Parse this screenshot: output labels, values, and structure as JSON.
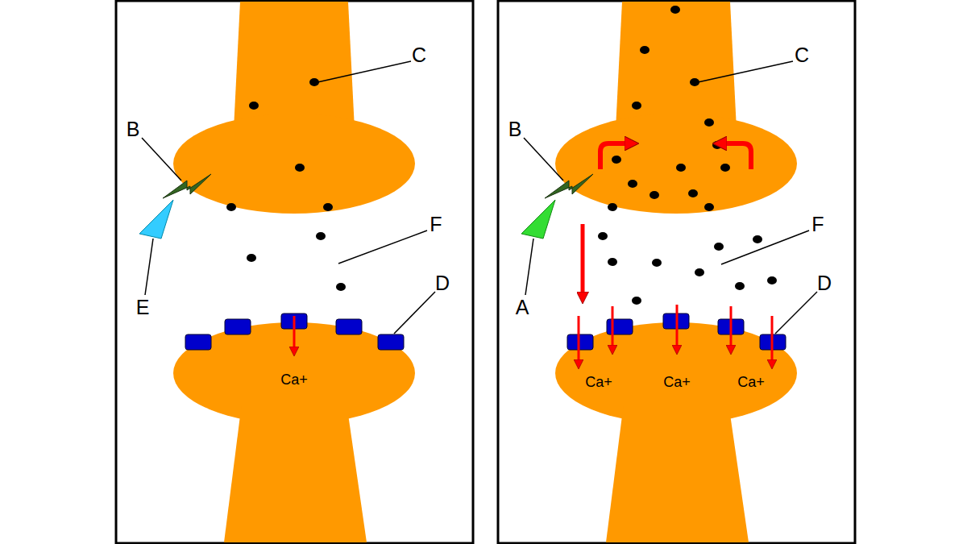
{
  "diagram": {
    "labels": [
      "C",
      "B",
      "F",
      "E",
      "D",
      "Ca+",
      "C",
      "B",
      "F",
      "A",
      "D",
      "Ca+",
      "Ca+",
      "Ca+"
    ]
  }
}
